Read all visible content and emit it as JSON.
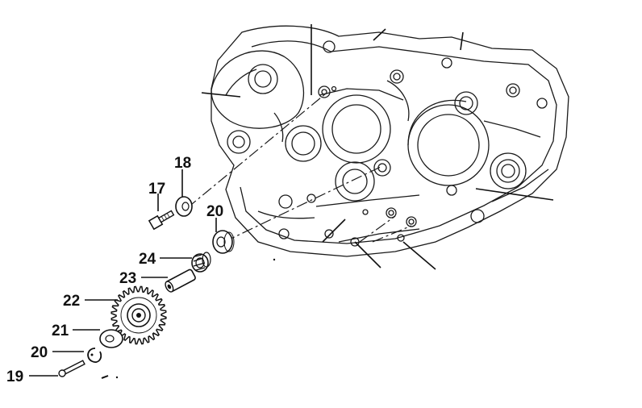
{
  "colors": {
    "ink": "#111111",
    "background": "#ffffff",
    "part_fill": "#ffffff"
  },
  "labels": {
    "p17": "17",
    "p18": "18",
    "p20a": "20",
    "p24": "24",
    "p23": "23",
    "p22": "22",
    "p21": "21",
    "p20b": "20",
    "p19": "19"
  }
}
